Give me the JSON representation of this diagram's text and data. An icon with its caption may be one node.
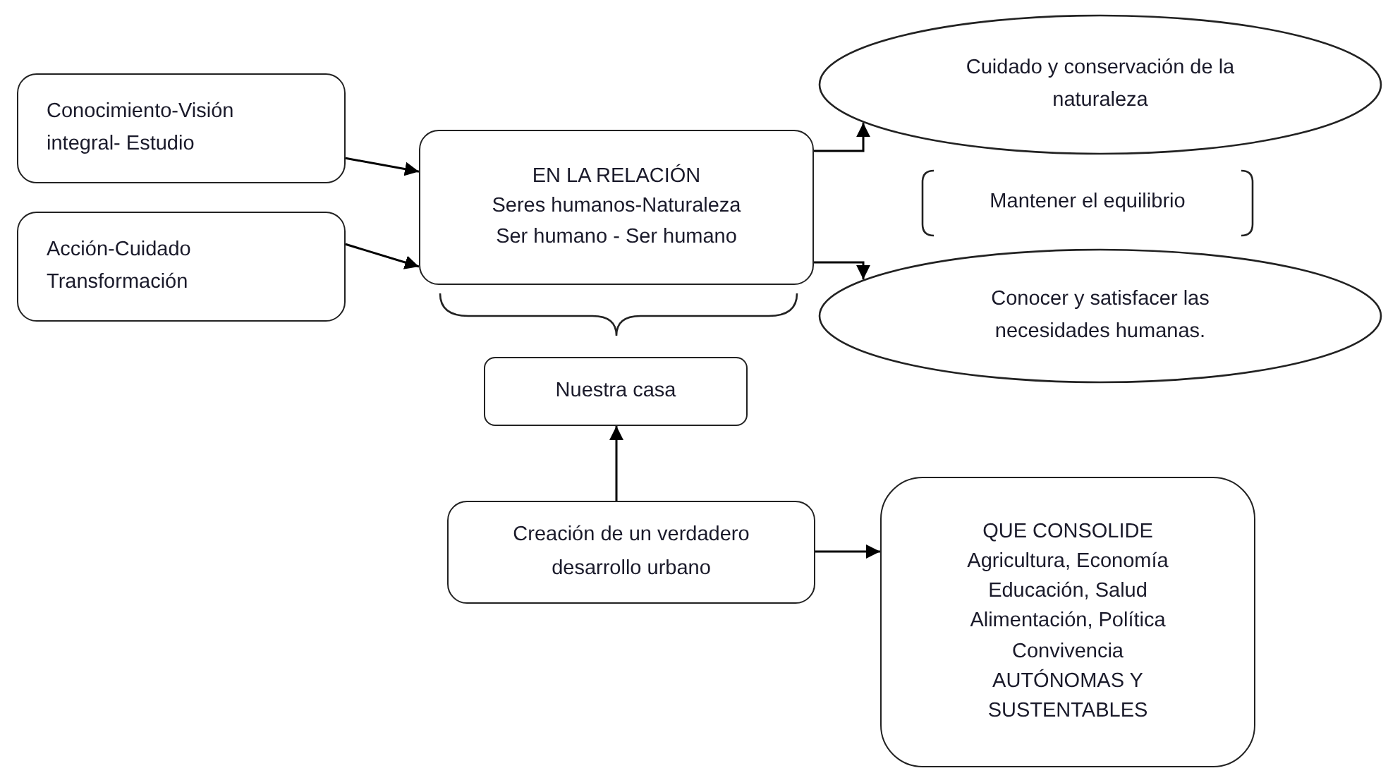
{
  "diagram": {
    "nodes": [
      {
        "text": [
          "Conocimiento-Visión integral- Estudio"
        ]
      },
      {
        "text": [
          "Acción-Cuidado Transformación"
        ]
      },
      {
        "text": [
          "EN LA RELACIÓN",
          "Seres humanos-Naturaleza",
          "Ser humano - Ser humano"
        ]
      },
      {
        "text": [
          "Cuidado y conservación de la naturaleza"
        ]
      },
      {
        "text": [
          "Mantener el equilibrio"
        ]
      },
      {
        "text": [
          "Conocer y satisfacer las necesidades humanas."
        ]
      },
      {
        "text": [
          "Nuestra casa"
        ]
      },
      {
        "text": [
          "Creación de un verdadero desarrollo urbano"
        ]
      },
      {
        "text": [
          "QUE CONSOLIDE",
          "Agricultura, Economía",
          "Educación, Salud",
          "Alimentación, Política",
          "Convivencia",
          "AUTÓNOMAS Y SUSTENTABLES"
        ]
      }
    ],
    "edges": [
      {
        "from": 0,
        "to": 2,
        "arrow": "to"
      },
      {
        "from": 1,
        "to": 2,
        "arrow": "to"
      },
      {
        "from": 2,
        "to": 3,
        "arrow": "to"
      },
      {
        "from": 2,
        "to": 5,
        "arrow": "to"
      },
      {
        "from": 7,
        "to": 6,
        "arrow": "to"
      },
      {
        "from": 7,
        "to": 8,
        "arrow": "to"
      }
    ]
  }
}
